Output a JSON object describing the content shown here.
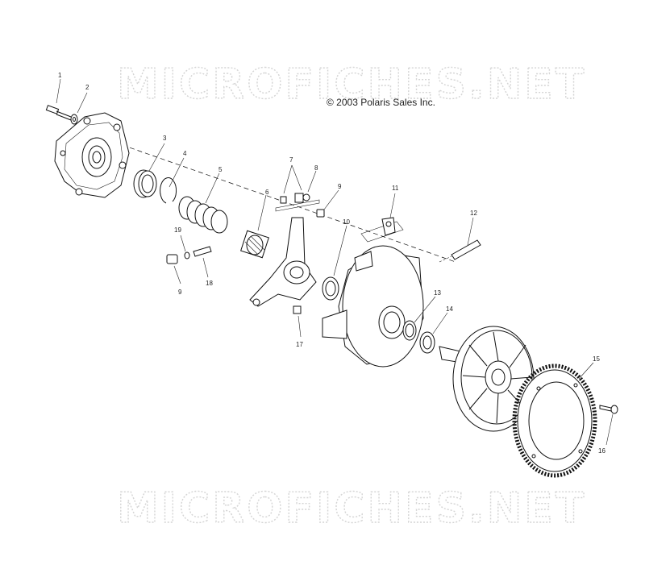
{
  "watermark": {
    "top": "MICROFICHES.NET",
    "bottom": "MICROFICHES.NET"
  },
  "copyright": "© 2003 Polaris Sales Inc.",
  "callouts": {
    "c1": "1",
    "c2": "2",
    "c3": "3",
    "c4": "4",
    "c5": "5",
    "c6": "6",
    "c7": "7",
    "c8": "8",
    "c9a": "9",
    "c9b": "9",
    "c10": "10",
    "c11": "11",
    "c12": "12",
    "c13": "13",
    "c14": "14",
    "c15": "15",
    "c16": "16",
    "c17": "17",
    "c18": "18",
    "c19": "19"
  }
}
